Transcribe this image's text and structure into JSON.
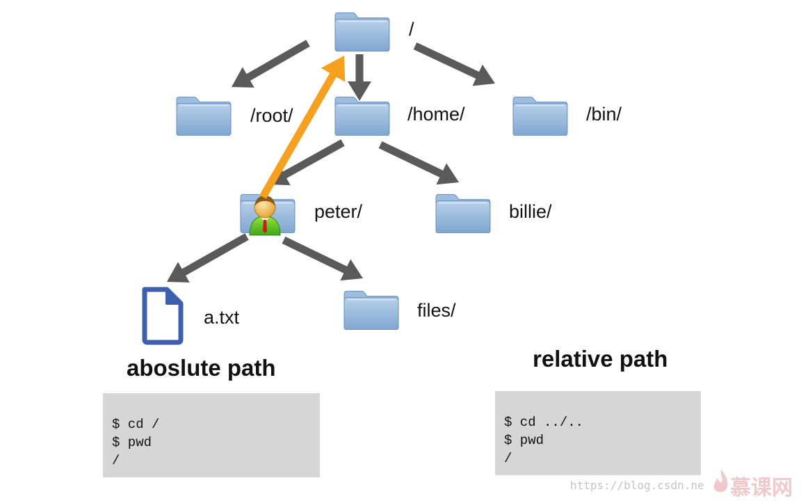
{
  "colors": {
    "arrow_gray": "#5a5a5a",
    "arrow_orange": "#f5a01f",
    "folder_blue": "#8fb4da",
    "file_icon_blue": "#3d5fae",
    "terminal_bg": "#d6d6d6"
  },
  "tree": {
    "nodes": [
      {
        "id": "root",
        "label": "/",
        "icon": "folder-icon"
      },
      {
        "id": "rootdir",
        "label": "/root/",
        "icon": "folder-icon"
      },
      {
        "id": "home",
        "label": "/home/",
        "icon": "folder-icon"
      },
      {
        "id": "bin",
        "label": "/bin/",
        "icon": "folder-icon"
      },
      {
        "id": "peter",
        "label": "peter/",
        "icon": "folder-icon",
        "badge": "user-icon"
      },
      {
        "id": "billie",
        "label": "billie/",
        "icon": "folder-icon"
      },
      {
        "id": "atxt",
        "label": "a.txt",
        "icon": "file-icon"
      },
      {
        "id": "files",
        "label": "files/",
        "icon": "folder-icon"
      }
    ],
    "edges": [
      {
        "from": "root",
        "to": "rootdir"
      },
      {
        "from": "root",
        "to": "home"
      },
      {
        "from": "root",
        "to": "bin"
      },
      {
        "from": "home",
        "to": "peter"
      },
      {
        "from": "home",
        "to": "billie"
      },
      {
        "from": "peter",
        "to": "atxt"
      },
      {
        "from": "peter",
        "to": "files"
      }
    ],
    "highlight_edge": {
      "from": "peter",
      "to": "root"
    }
  },
  "absolute_path": {
    "heading": "aboslute path",
    "lines": [
      "$ cd /",
      "$ pwd",
      "/"
    ]
  },
  "relative_path": {
    "heading": "relative path",
    "lines": [
      "$ cd ../..",
      "$ pwd",
      "/"
    ]
  },
  "watermark": {
    "url_text": "https://blog.csdn.ne",
    "brand_text": "慕课网"
  }
}
